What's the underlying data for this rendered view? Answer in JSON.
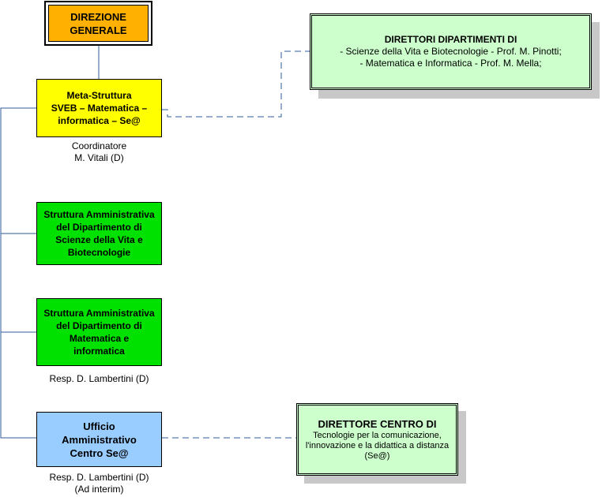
{
  "colors": {
    "line": "#2f5b9e",
    "orange": "#ffb000",
    "yellow": "#ffff00",
    "green": "#00e100",
    "blue": "#99ccff",
    "lightgreen": "#ccffcc"
  },
  "direzione": {
    "line1": "DIREZIONE",
    "line2": "GENERALE"
  },
  "meta": {
    "line1": "Meta-Struttura",
    "line2": "SVEB – Matematica –",
    "line3": "informatica – Se@",
    "caption1": "Coordinatore",
    "caption2": "M. Vitali (D)"
  },
  "direttori_dip": {
    "title": "DIRETTORI DIPARTIMENTI DI",
    "item1": "-  Scienze della Vita e Biotecnologie - Prof. M. Pinotti;",
    "item2": "- Matematica e Informatica - Prof. M. Mella;"
  },
  "sveb": {
    "line1": "Struttura Amministrativa",
    "line2": "del Dipartimento di",
    "line3": "Scienze della Vita e",
    "line4": "Biotecnologie"
  },
  "matinf": {
    "line1": "Struttura Amministrativa",
    "line2": "del Dipartimento di",
    "line3": "Matematica e",
    "line4": "informatica",
    "caption": "Resp. D. Lambertini (D)"
  },
  "ufficio": {
    "line1": "Ufficio",
    "line2": "Amministrativo",
    "line3": "Centro Se@",
    "caption1": "Resp. D. Lambertini (D)",
    "caption2": "(Ad interim)"
  },
  "direttore_centro": {
    "title": "DIRETTORE CENTRO DI",
    "line1": "Tecnologie per la comunicazione,",
    "line2": "l'innovazione e la didattica a distanza",
    "line3": "(Se@)"
  }
}
